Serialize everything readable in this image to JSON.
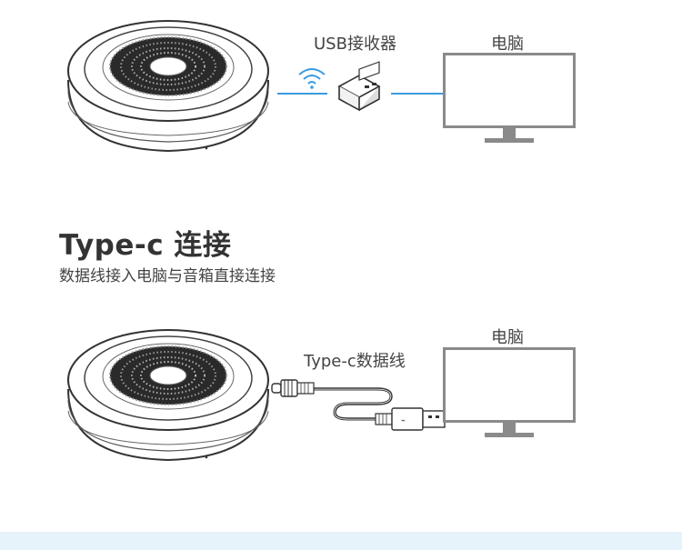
{
  "wireless_section": {
    "receiver_label": "USB接收器",
    "computer_label": "电脑"
  },
  "typec_section": {
    "title": "Type-c 连接",
    "subtitle": "数据线接入电脑与音箱直接连接",
    "cable_label": "Type-c数据线",
    "computer_label": "电脑"
  },
  "colors": {
    "link_line": "#3a9be0",
    "device_outline": "#333333",
    "monitor": "#8a8a8a",
    "bottom_band": "#e6f3fb"
  }
}
